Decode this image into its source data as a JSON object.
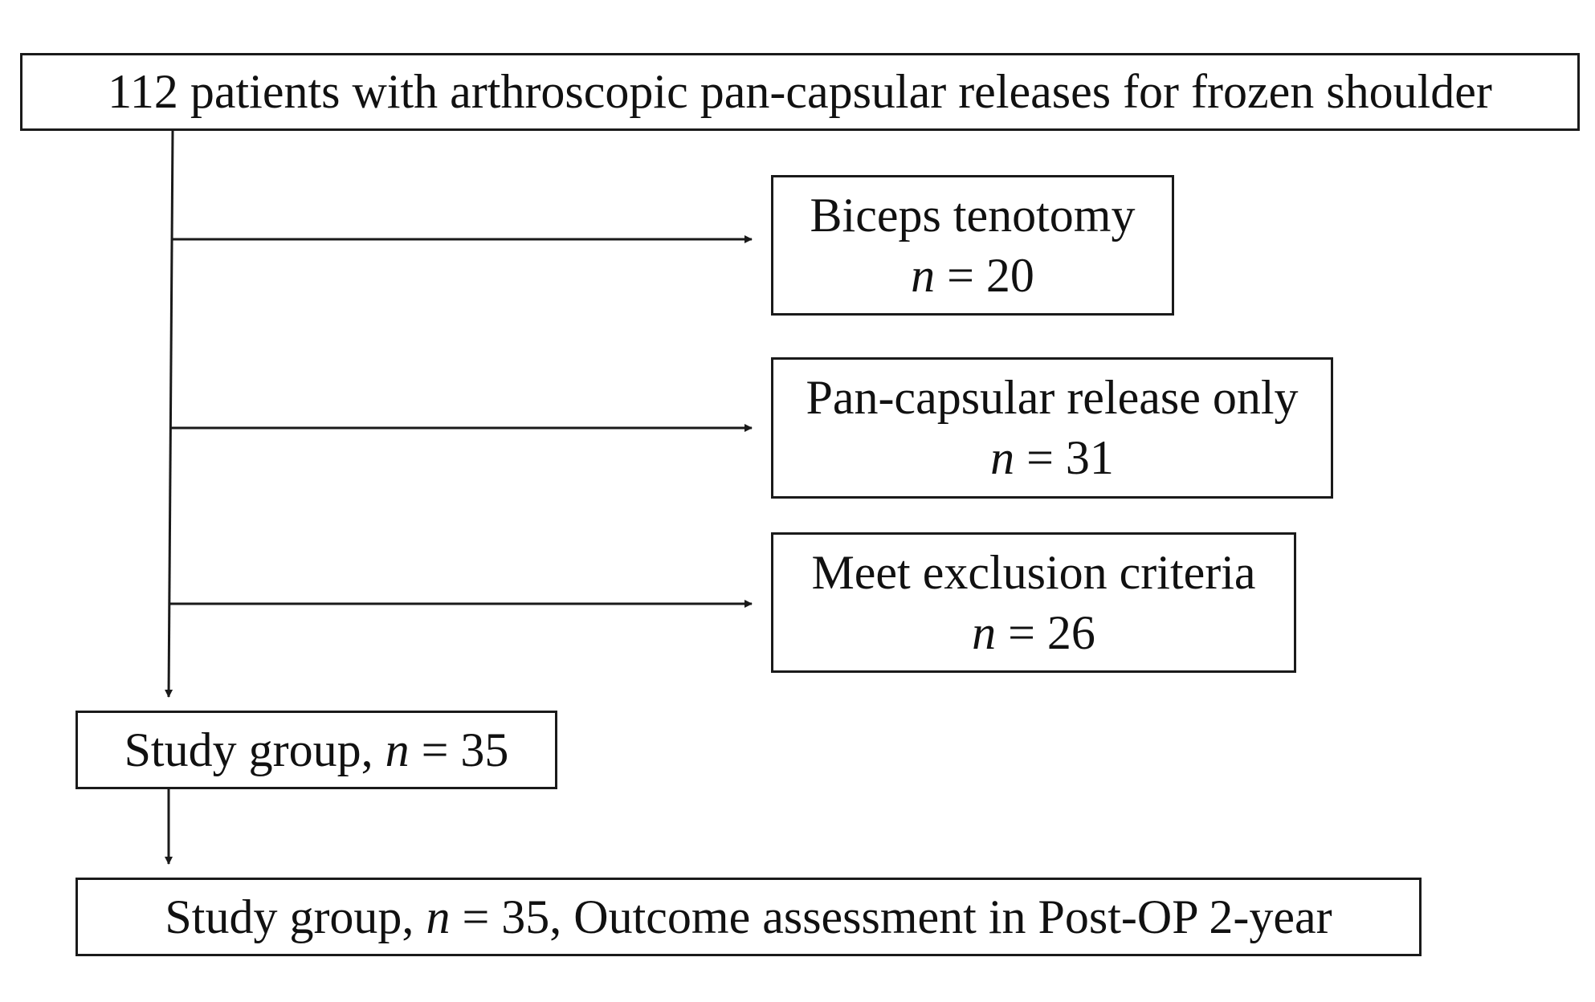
{
  "diagram": {
    "top_box": {
      "text": "112 patients with arthroscopic pan-capsular releases for frozen shoulder"
    },
    "biceps_box": {
      "label": "Biceps tenotomy",
      "n_symbol": "n",
      "n_value": " = 20"
    },
    "pancapsular_box": {
      "label": "Pan-capsular release only",
      "n_symbol": "n",
      "n_value": " = 31"
    },
    "exclusion_box": {
      "label": "Meet exclusion criteria",
      "n_symbol": "n",
      "n_value": " = 26"
    },
    "study_box": {
      "prefix": "Study group, ",
      "n_symbol": "n",
      "suffix": " = 35"
    },
    "outcome_box": {
      "prefix": "Study group, ",
      "n_symbol": "n",
      "suffix": " = 35, Outcome assessment in Post-OP 2-year"
    },
    "colors": {
      "line": "#1a1a1a",
      "background": "#ffffff"
    }
  }
}
